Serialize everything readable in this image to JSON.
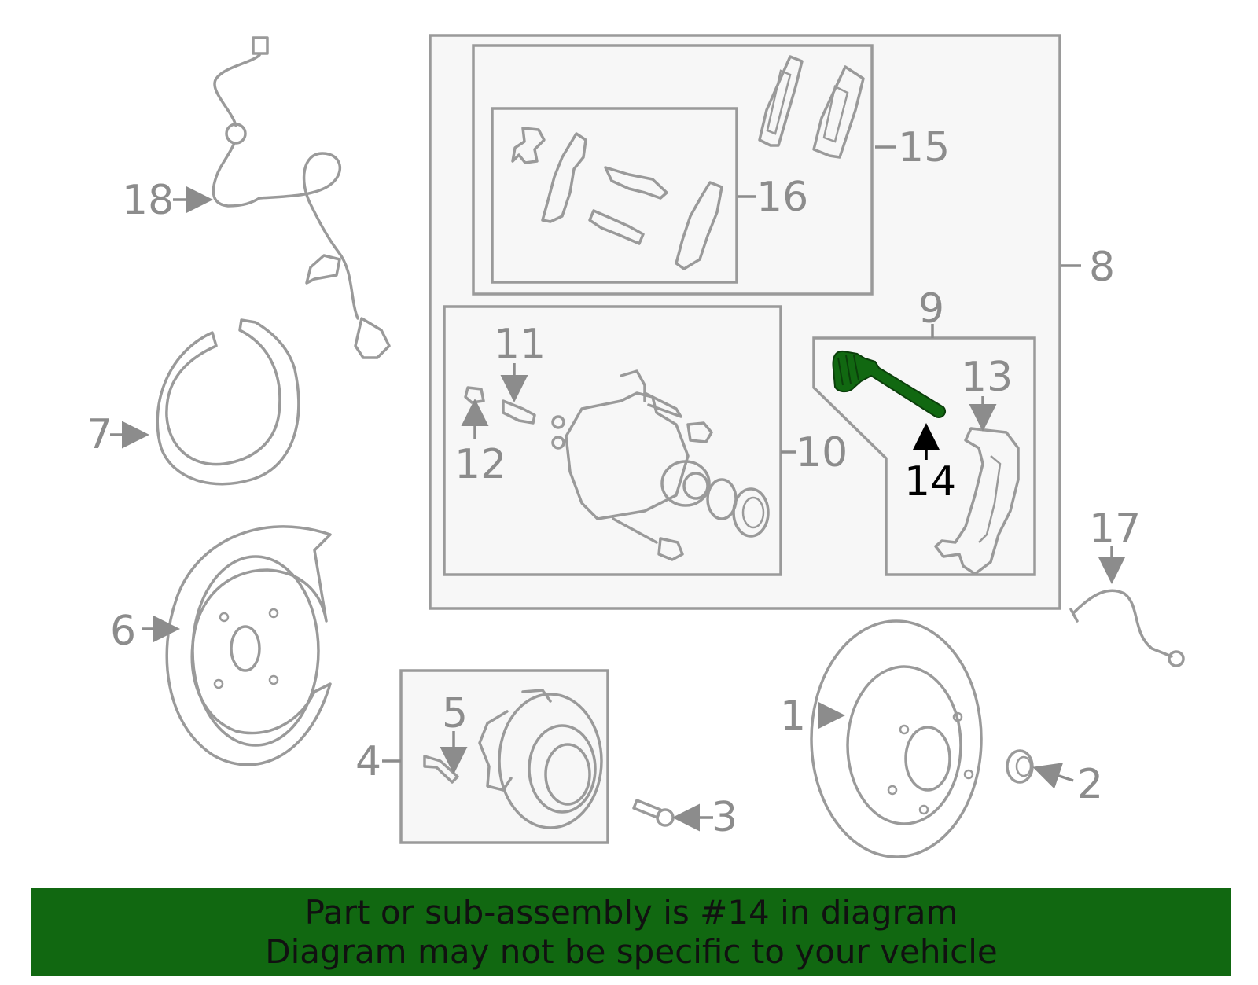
{
  "diagram": {
    "callouts": {
      "c1": "1",
      "c2": "2",
      "c3": "3",
      "c4": "4",
      "c5": "5",
      "c6": "6",
      "c7": "7",
      "c8": "8",
      "c9": "9",
      "c10": "10",
      "c11": "11",
      "c12": "12",
      "c13": "13",
      "c14": "14",
      "c15": "15",
      "c16": "16",
      "c17": "17",
      "c18": "18"
    },
    "highlighted_part": "14",
    "colors": {
      "highlight": "#116811",
      "part_outline": "#9a9a9a",
      "banner_background": "#116811"
    }
  },
  "banner": {
    "line1": "Part or sub-assembly is #14 in diagram",
    "line2": "Diagram may not be specific to your vehicle"
  }
}
